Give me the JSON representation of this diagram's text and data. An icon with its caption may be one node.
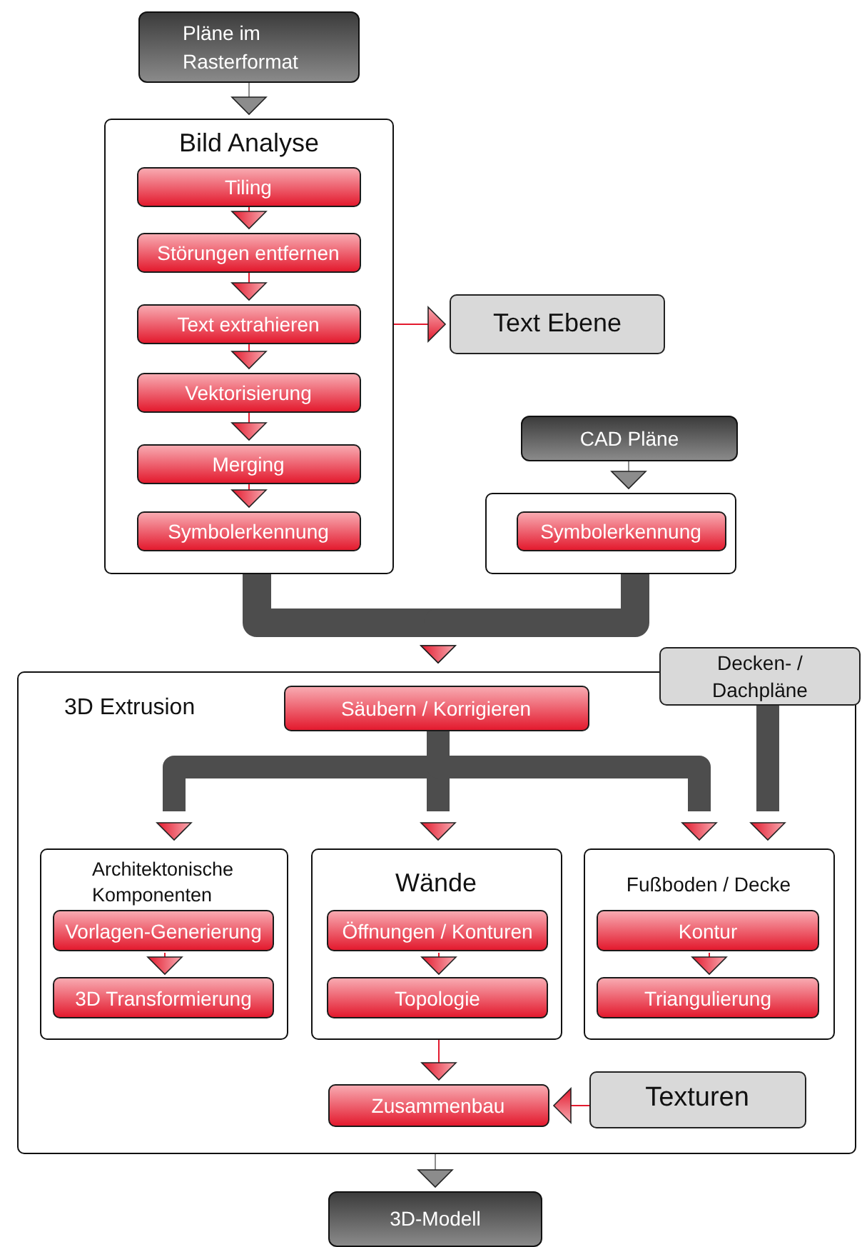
{
  "diagram": {
    "nodes": [
      {
        "text": [
          "Pläne im Rasterformat"
        ]
      },
      {
        "text": [
          "Bild Analyse"
        ]
      },
      {
        "text": [
          "Tiling"
        ],
        "in": 1
      },
      {
        "text": [
          "Störungen entfernen"
        ],
        "in": 1
      },
      {
        "text": [
          "Text extrahieren"
        ],
        "in": 1
      },
      {
        "text": [
          "Vektorisierung"
        ],
        "in": 1
      },
      {
        "text": [
          "Merging"
        ],
        "in": 1
      },
      {
        "text": [
          "Symbolerkennung"
        ],
        "in": 1
      },
      {
        "text": [
          "Text Ebene"
        ]
      },
      {
        "text": [
          "CAD Pläne"
        ]
      },
      {
        "text": [],
        "shape": "box"
      },
      {
        "text": [
          "Symbolerkennung"
        ],
        "in": 10
      },
      {
        "text": [
          "3D Extrusion"
        ]
      },
      {
        "text": [
          "Säubern / Korrigieren"
        ],
        "in": 12
      },
      {
        "text": [
          "Decken- / Dachpläne"
        ]
      },
      {
        "text": [
          "Architektonische Komponenten"
        ],
        "in": 12
      },
      {
        "text": [
          "Vorlagen-Generierung"
        ],
        "in": 15
      },
      {
        "text": [
          "3D Transformierung"
        ],
        "in": 15
      },
      {
        "text": [
          "Wände"
        ],
        "in": 12
      },
      {
        "text": [
          "Öffnungen / Konturen"
        ],
        "in": 18
      },
      {
        "text": [
          "Topologie"
        ],
        "in": 18
      },
      {
        "text": [
          "Fußboden / Decke"
        ],
        "in": 12
      },
      {
        "text": [
          "Kontur"
        ],
        "in": 21
      },
      {
        "text": [
          "Triangulierung"
        ],
        "in": 21
      },
      {
        "text": [
          "Zusammenbau"
        ],
        "in": 12
      },
      {
        "text": [
          "Texturen"
        ],
        "in": 12
      },
      {
        "text": [
          "3D-Modell"
        ]
      }
    ],
    "edges": [
      {
        "from": 0,
        "to": 1,
        "arrow": "to",
        "color": "#8c8c8c"
      },
      {
        "from": 2,
        "to": 3,
        "arrow": "to"
      },
      {
        "from": 3,
        "to": 4,
        "arrow": "to"
      },
      {
        "from": 4,
        "to": 5,
        "arrow": "to"
      },
      {
        "from": 5,
        "to": 6,
        "arrow": "to"
      },
      {
        "from": 6,
        "to": 7,
        "arrow": "to"
      },
      {
        "from": 1,
        "to": 8,
        "arrow": "to"
      },
      {
        "from": 9,
        "to": 10,
        "arrow": "to",
        "color": "#8c8c8c"
      },
      {
        "from": 1,
        "to": 12,
        "arrow": "to",
        "style": "thick",
        "color": "#4d4d4d"
      },
      {
        "from": 10,
        "to": 12,
        "arrow": "to",
        "style": "thick",
        "color": "#4d4d4d"
      },
      {
        "from": 13,
        "to": 15,
        "arrow": "to",
        "style": "thick",
        "color": "#4d4d4d"
      },
      {
        "from": 13,
        "to": 18,
        "arrow": "to",
        "style": "thick",
        "color": "#4d4d4d"
      },
      {
        "from": 13,
        "to": 21,
        "arrow": "to",
        "style": "thick",
        "color": "#4d4d4d"
      },
      {
        "from": 14,
        "to": 21,
        "arrow": "to",
        "style": "thick",
        "color": "#4d4d4d"
      },
      {
        "from": 16,
        "to": 17,
        "arrow": "to"
      },
      {
        "from": 19,
        "to": 20,
        "arrow": "to"
      },
      {
        "from": 22,
        "to": 23,
        "arrow": "to"
      },
      {
        "from": 18,
        "to": 24,
        "arrow": "to"
      },
      {
        "from": 25,
        "to": 24,
        "arrow": "to"
      },
      {
        "from": 12,
        "to": 26,
        "arrow": "to",
        "color": "#8c8c8c"
      }
    ]
  }
}
